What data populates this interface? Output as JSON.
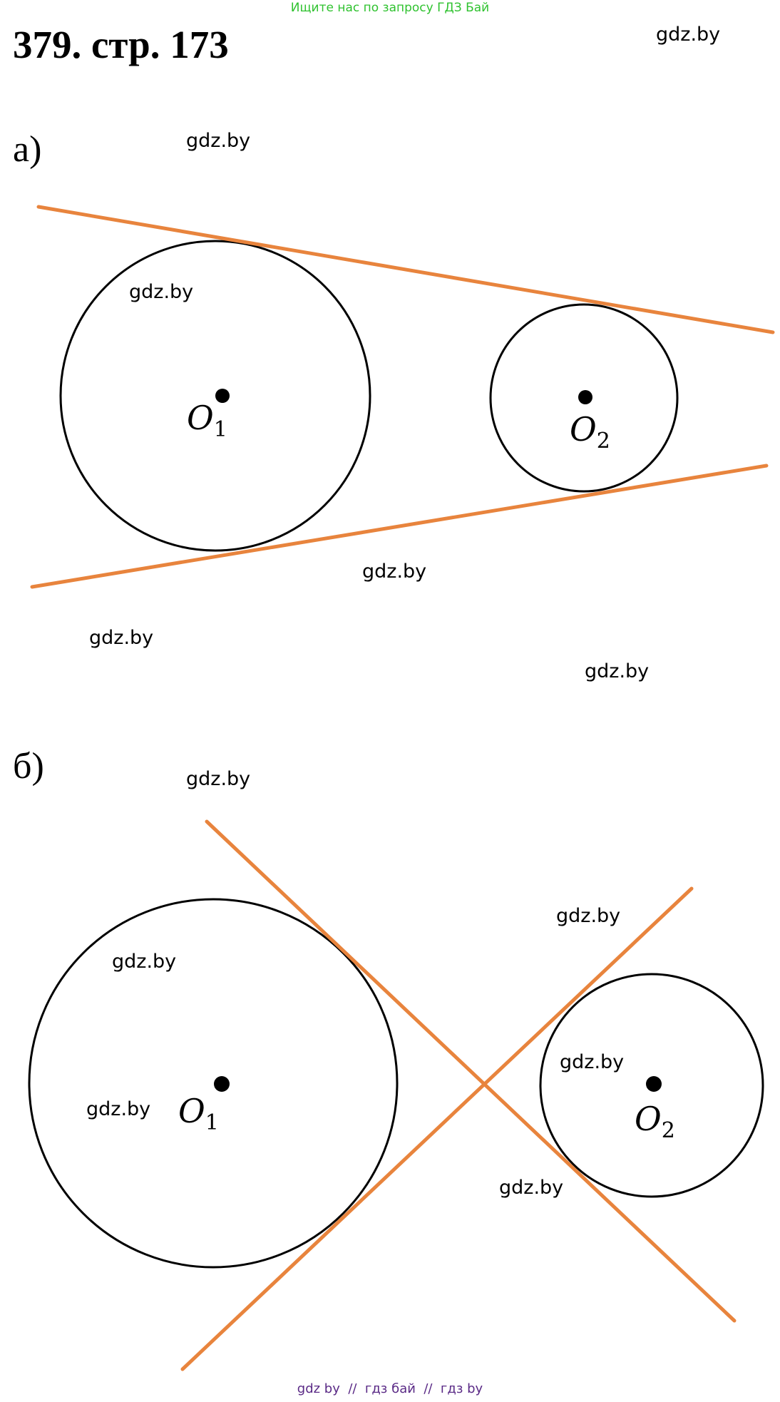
{
  "header": {
    "banner": "Ищите нас по запросу ГДЗ Бай",
    "title": "379. стр. 173"
  },
  "watermark_text": "gdz.by",
  "part_a": {
    "label": "а)",
    "circle1": {
      "letter": "O",
      "index": "1"
    },
    "circle2": {
      "letter": "O",
      "index": "2"
    }
  },
  "part_b": {
    "label": "б)",
    "circle1": {
      "letter": "O",
      "index": "1"
    },
    "circle2": {
      "letter": "O",
      "index": "2"
    }
  },
  "colors": {
    "tangent_line": "#e8843d",
    "circle_stroke": "#000000",
    "banner": "#2fc22f",
    "footer": "#5a2a86"
  },
  "footer": {
    "text": "gdz by  //  гдз бай  //  гдз by"
  }
}
